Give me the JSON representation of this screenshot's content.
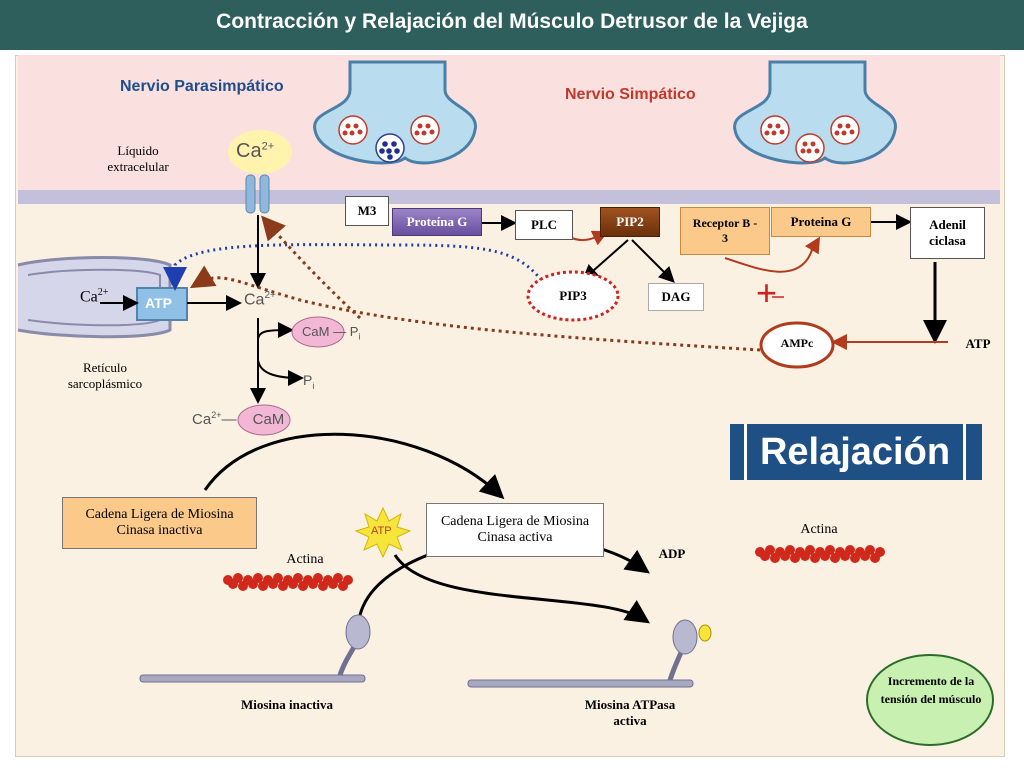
{
  "title": "Contracción y Relajación del Músculo Detrusor de la Vejiga",
  "nerves": {
    "parasympathetic": "Nervio Parasimpático",
    "sympathetic": "Nervio Simpático"
  },
  "labels": {
    "extracellular": "Líquido extracelular",
    "reticulum": "Retículo sarcoplásmico",
    "ca_left": "Ca",
    "ca_left_sup": "2+",
    "ca_channel": "Ca",
    "ca_channel_sup": "2+",
    "ca_mid": "Ca",
    "ca_mid_sup": "2+",
    "ca_cam": "Ca",
    "ca_cam_sup": "2+",
    "cam": "CaM",
    "cam_pi": "P",
    "pi": "P",
    "pi_sub": "i",
    "atp_pump": "ATP"
  },
  "pathway": {
    "m3": "M3",
    "gprotein1": "Proteína G",
    "plc": "PLC",
    "pip2": "PIP2",
    "pip3": "PIP3",
    "dag": "DAG",
    "receptor": "Receptor B - 3",
    "gprotein2": "Proteina G",
    "adenyl": "Adenil ciclasa",
    "ampc": "AMPc",
    "atp": "ATP",
    "plus": "+"
  },
  "relaxation": "Relajación",
  "contraction": {
    "mlck_inactive": "Cadena Ligera de Miosina Cinasa inactiva",
    "mlck_active": "Cadena Ligera de Miosina Cinasa activa",
    "atp_star": "ATP",
    "adp": "ADP",
    "actin_left": "Actina",
    "actin_right": "Actina",
    "myosin_inactive": "Miosina inactiva",
    "myosin_active": "Miosina ATPasa activa",
    "result": "Incremento de la tensión del músculo"
  },
  "colors": {
    "title_bg": "#2f5f5c",
    "nerve_text": "#1f4e8c",
    "sympathetic_text": "#c0392b",
    "gprotein": "#7b5ea7",
    "pip2": "#7a3d0e",
    "receptor_bg": "#fbc98a",
    "actin": "#d0281a",
    "result_bg": "#c8f0b0",
    "relaxation_bg": "#1f5085"
  }
}
